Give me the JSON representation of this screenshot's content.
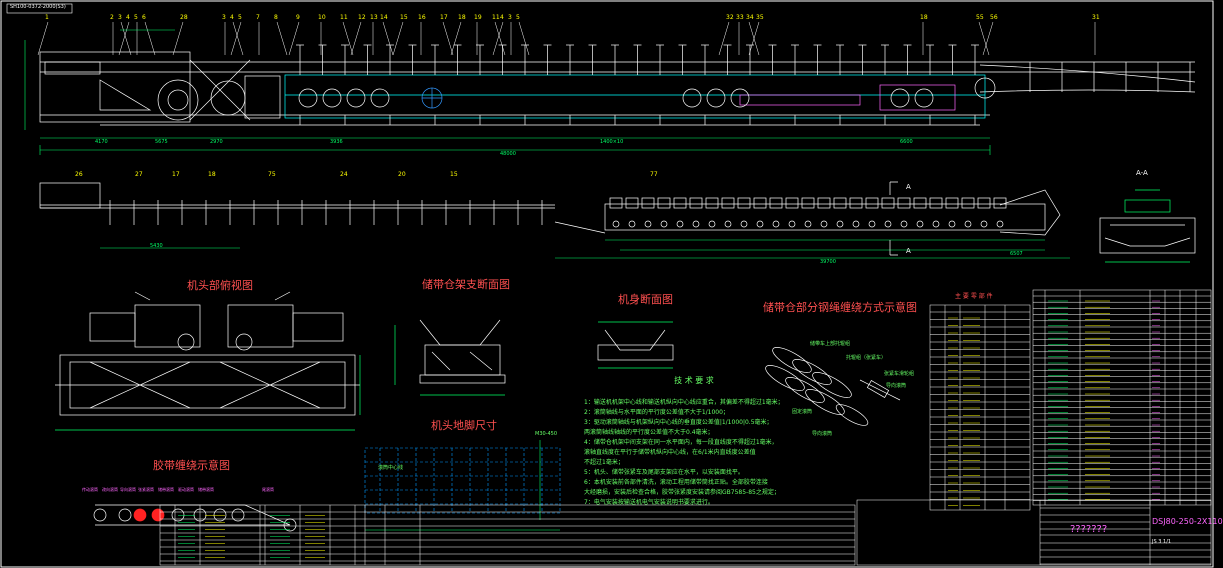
{
  "header": {
    "drawing_no": "SH100-0372-2000(S3)"
  },
  "section_marker": {
    "arrow_label": "A",
    "section_label": "A-A"
  },
  "view_titles": {
    "head_plan": "机头部俯视图",
    "storage_section": "储带仓架支断面图",
    "body_section": "机身断面图",
    "belt_path": "储带仓部分钢绳缠绕方式示意图",
    "foundation": "机头地脚尺寸",
    "winding": "胶带缠绕示意图"
  },
  "tech_notes": {
    "heading": "技 术 要 求",
    "lines": [
      "1：输送机机架中心线和输送机纵向中心线应重合，其偏差不得超过1毫米；",
      "2：滚筒轴线与水平面的平行度公差值不大于1/1000；",
      "3：驱动滚筒轴线与机架纵向中心线的垂直度公差值|1/1000|0.5毫米；",
      "   两滚筒轴线轴线的平行度公差值不大于0.4毫米；",
      "4：储带仓机架中间支架在同一水平面内，每一段直线度不得超过1毫米，",
      "   滚轴直线度在平行于储带机纵向中心线，在6/1米内直线度公差值",
      "   不超过1毫米；",
      "5：机头、储带张紧车及尾部支架应在水平，以安装面找平。",
      "6：本机安装前各部件清洗，滚动工程用储带筒找正贴。全部胶带连接",
      "   大经磨损，安装后检查合格，胶带张紧度安装请参阅GB7585-85之规定；",
      "7：电气安装按输送机电气安装说明书要求进行。"
    ]
  },
  "belt_path_labels": [
    "储带车上部托辊组",
    "托辊组（张紧车）",
    "张紧车滑轮组",
    "导向滚筒",
    "固定滚筒",
    "导向滚筒"
  ],
  "foundation_labels": [
    "滚筒中心线",
    "M30-450"
  ],
  "winding_labels": [
    "传动滚筒",
    "改向滚筒",
    "导向滚筒",
    "张紧滚筒",
    "储带滚筒",
    "驱动滚筒",
    "储带滚筒",
    "尾滚筒"
  ],
  "parts_list": {
    "heading": "主 要 零 部 件"
  },
  "title_block": {
    "drawing_code": "DSJ80-250-2X110",
    "name_placeholder": "???????",
    "small_code": "JS 3 1/1"
  },
  "part_numbers": {
    "top": [
      "1",
      "2",
      "3",
      "4",
      "5",
      "6",
      "28",
      "3",
      "4",
      "5",
      "7",
      "8",
      "9",
      "10",
      "11",
      "12",
      "13",
      "14",
      "15",
      "16",
      "17",
      "18",
      "19",
      "11",
      "4",
      "3",
      "5",
      "32",
      "33",
      "34",
      "35",
      "18",
      "55",
      "56",
      "31"
    ],
    "middle": [
      "26",
      "27",
      "17",
      "18",
      "75",
      "24",
      "20",
      "15",
      "77"
    ]
  },
  "dimensions": {
    "top_overall": "48000",
    "top_segments": [
      "4170",
      "5675",
      "2970",
      "3936",
      "1400×10",
      "6600"
    ],
    "mid_overall": "39700",
    "mid_left": "5430",
    "mid_right": "6507"
  },
  "colors": {
    "background": "#000000",
    "frame": "#ffffff",
    "dimension": "#00ff66",
    "part_number": "#ffff00",
    "title_text": "#ff5050",
    "note_text": "#66ff66",
    "highlight": "#ff2222",
    "equipment": "#ff66ff",
    "cyan": "#00ffff"
  }
}
